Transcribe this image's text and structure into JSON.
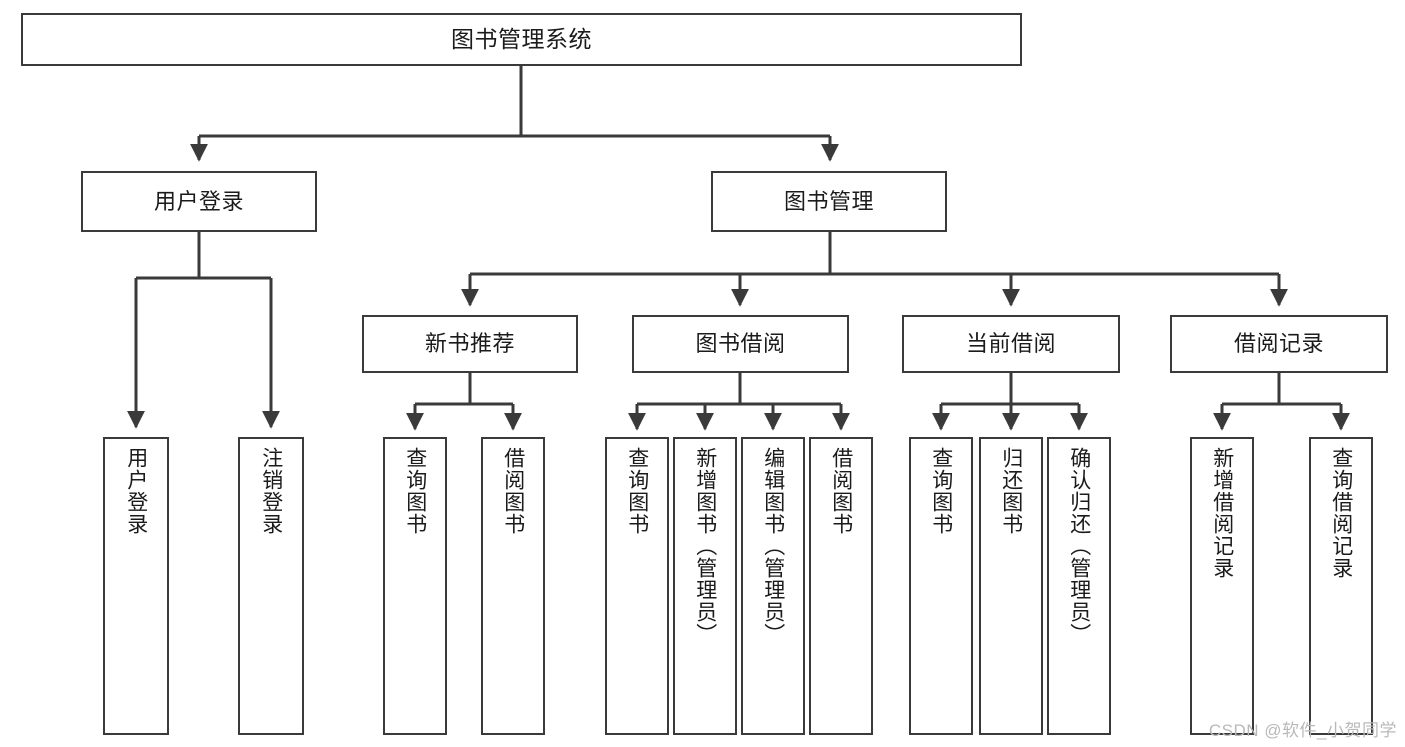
{
  "diagram": {
    "type": "tree-flowchart",
    "title": "图书管理系统",
    "watermark": "CSDN @软件_小贺同学",
    "colors": {
      "box_border": "#3a3a3a",
      "box_fill": "#ffffff",
      "connector": "#3a3a3a",
      "text": "#1b1b1b",
      "watermark": "#b9b9b9"
    },
    "nodes": {
      "root": {
        "label": "图书管理系统"
      },
      "level2": [
        {
          "id": "user-login",
          "label": "用户登录"
        },
        {
          "id": "book-manage",
          "label": "图书管理"
        }
      ],
      "level3": [
        {
          "id": "new-book-recommend",
          "label": "新书推荐"
        },
        {
          "id": "book-borrow",
          "label": "图书借阅"
        },
        {
          "id": "current-borrow",
          "label": "当前借阅"
        },
        {
          "id": "borrow-record",
          "label": "借阅记录"
        }
      ],
      "leaves": {
        "user-login": [
          {
            "id": "leaf-user-login",
            "label": "用户登录"
          },
          {
            "id": "leaf-logout",
            "label": "注销登录"
          }
        ],
        "new-book-recommend": [
          {
            "id": "leaf-query-book-1",
            "label": "查询图书"
          },
          {
            "id": "leaf-borrow-book-1",
            "label": "借阅图书"
          }
        ],
        "book-borrow": [
          {
            "id": "leaf-query-book-2",
            "label": "查询图书"
          },
          {
            "id": "leaf-add-book",
            "label": "新增图书（管理员）"
          },
          {
            "id": "leaf-edit-book",
            "label": "编辑图书（管理员）"
          },
          {
            "id": "leaf-borrow-book-2",
            "label": "借阅图书"
          }
        ],
        "current-borrow": [
          {
            "id": "leaf-query-book-3",
            "label": "查询图书"
          },
          {
            "id": "leaf-return-book",
            "label": "归还图书"
          },
          {
            "id": "leaf-confirm-return",
            "label": "确认归还（管理员）"
          }
        ],
        "borrow-record": [
          {
            "id": "leaf-add-record",
            "label": "新增借阅记录"
          },
          {
            "id": "leaf-query-record",
            "label": "查询借阅记录"
          }
        ]
      }
    }
  }
}
